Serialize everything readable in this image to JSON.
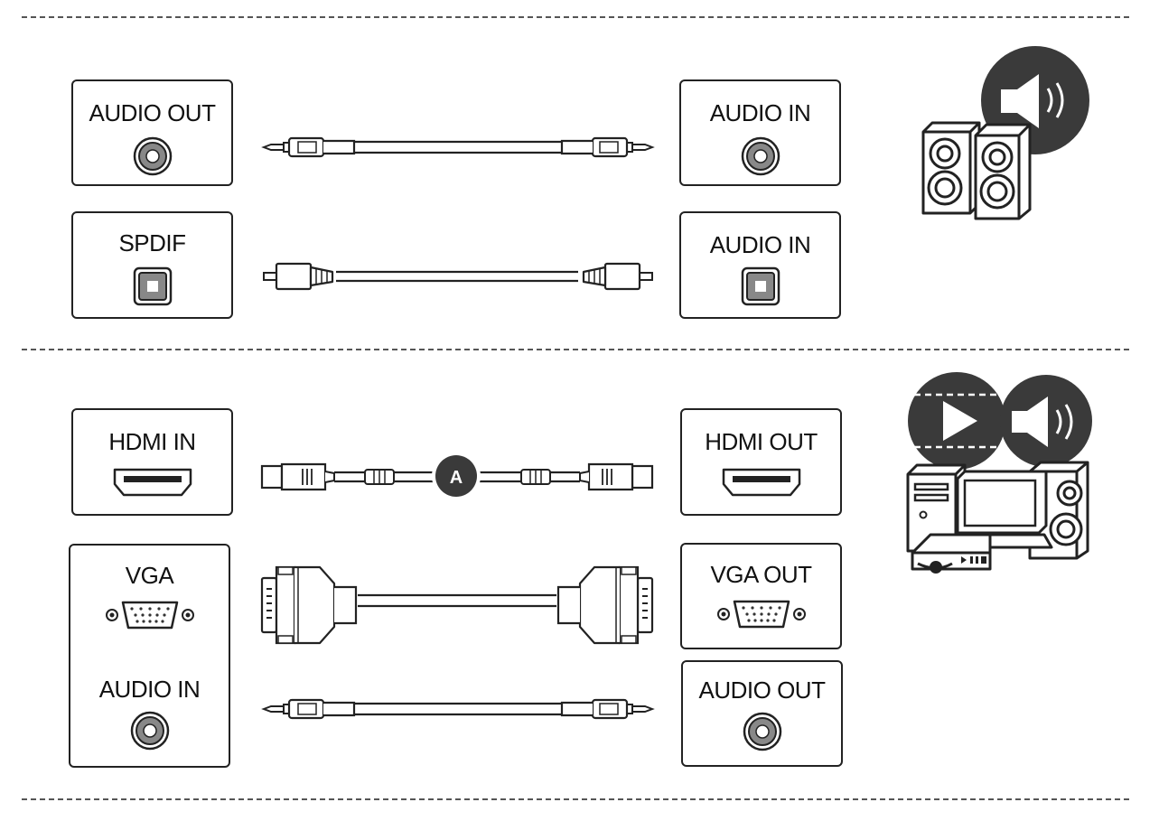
{
  "audio_section": {
    "row1": {
      "left": "AUDIO OUT",
      "right": "AUDIO IN"
    },
    "row2": {
      "left": "SPDIF",
      "right": "AUDIO IN"
    }
  },
  "video_section": {
    "row1": {
      "left": "HDMI IN",
      "right": "HDMI OUT",
      "cable_badge": "A"
    },
    "row2": {
      "left_top": "VGA",
      "left_bottom": "AUDIO IN",
      "right_top": "VGA OUT",
      "right_bottom": "AUDIO OUT"
    }
  },
  "icons": {
    "audio_device": "speaker-pair-with-sound-icon",
    "av_device": "pc-monitor-speaker-player-icon"
  },
  "colors": {
    "line": "#222222",
    "badge": "#3a3a3a"
  }
}
